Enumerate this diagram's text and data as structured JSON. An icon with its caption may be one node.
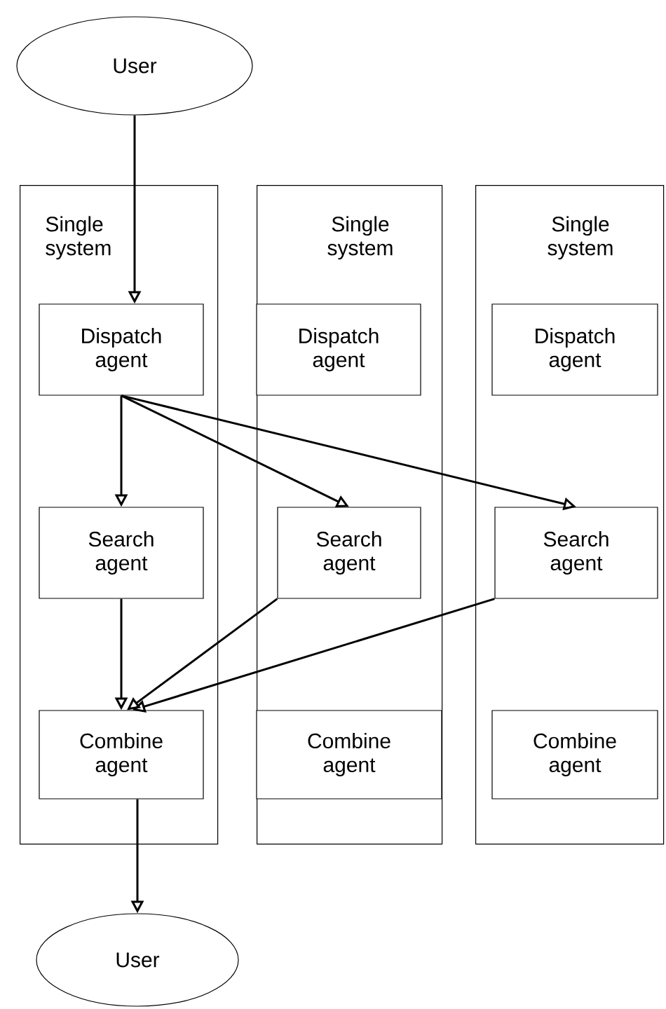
{
  "diagram": {
    "nodes": [
      {
        "text": [
          "User"
        ]
      },
      {
        "text": [
          "Single system"
        ]
      },
      {
        "text": [
          "Dispatch agent"
        ],
        "in": 1
      },
      {
        "text": [
          "Search agent"
        ],
        "in": 1
      },
      {
        "text": [
          "Combine agent"
        ],
        "in": 1
      },
      {
        "text": [
          "Single system"
        ]
      },
      {
        "text": [
          "Dispatch agent"
        ],
        "in": 5
      },
      {
        "text": [
          "Search agent"
        ],
        "in": 5
      },
      {
        "text": [
          "Combine agent"
        ],
        "in": 5
      },
      {
        "text": [
          "Single system"
        ]
      },
      {
        "text": [
          "Dispatch agent"
        ],
        "in": 9
      },
      {
        "text": [
          "Search agent"
        ],
        "in": 9
      },
      {
        "text": [
          "Combine agent"
        ],
        "in": 9
      },
      {
        "text": [
          "User"
        ]
      }
    ],
    "edges": [
      {
        "from": 0,
        "to": 2,
        "arrow": "to"
      },
      {
        "from": 2,
        "to": 3,
        "arrow": "to"
      },
      {
        "from": 2,
        "to": 7,
        "arrow": "to"
      },
      {
        "from": 2,
        "to": 11,
        "arrow": "to"
      },
      {
        "from": 3,
        "to": 4,
        "arrow": "to"
      },
      {
        "from": 7,
        "to": 4,
        "arrow": "to"
      },
      {
        "from": 11,
        "to": 4,
        "arrow": "to"
      },
      {
        "from": 4,
        "to": 13,
        "arrow": "to"
      }
    ]
  }
}
